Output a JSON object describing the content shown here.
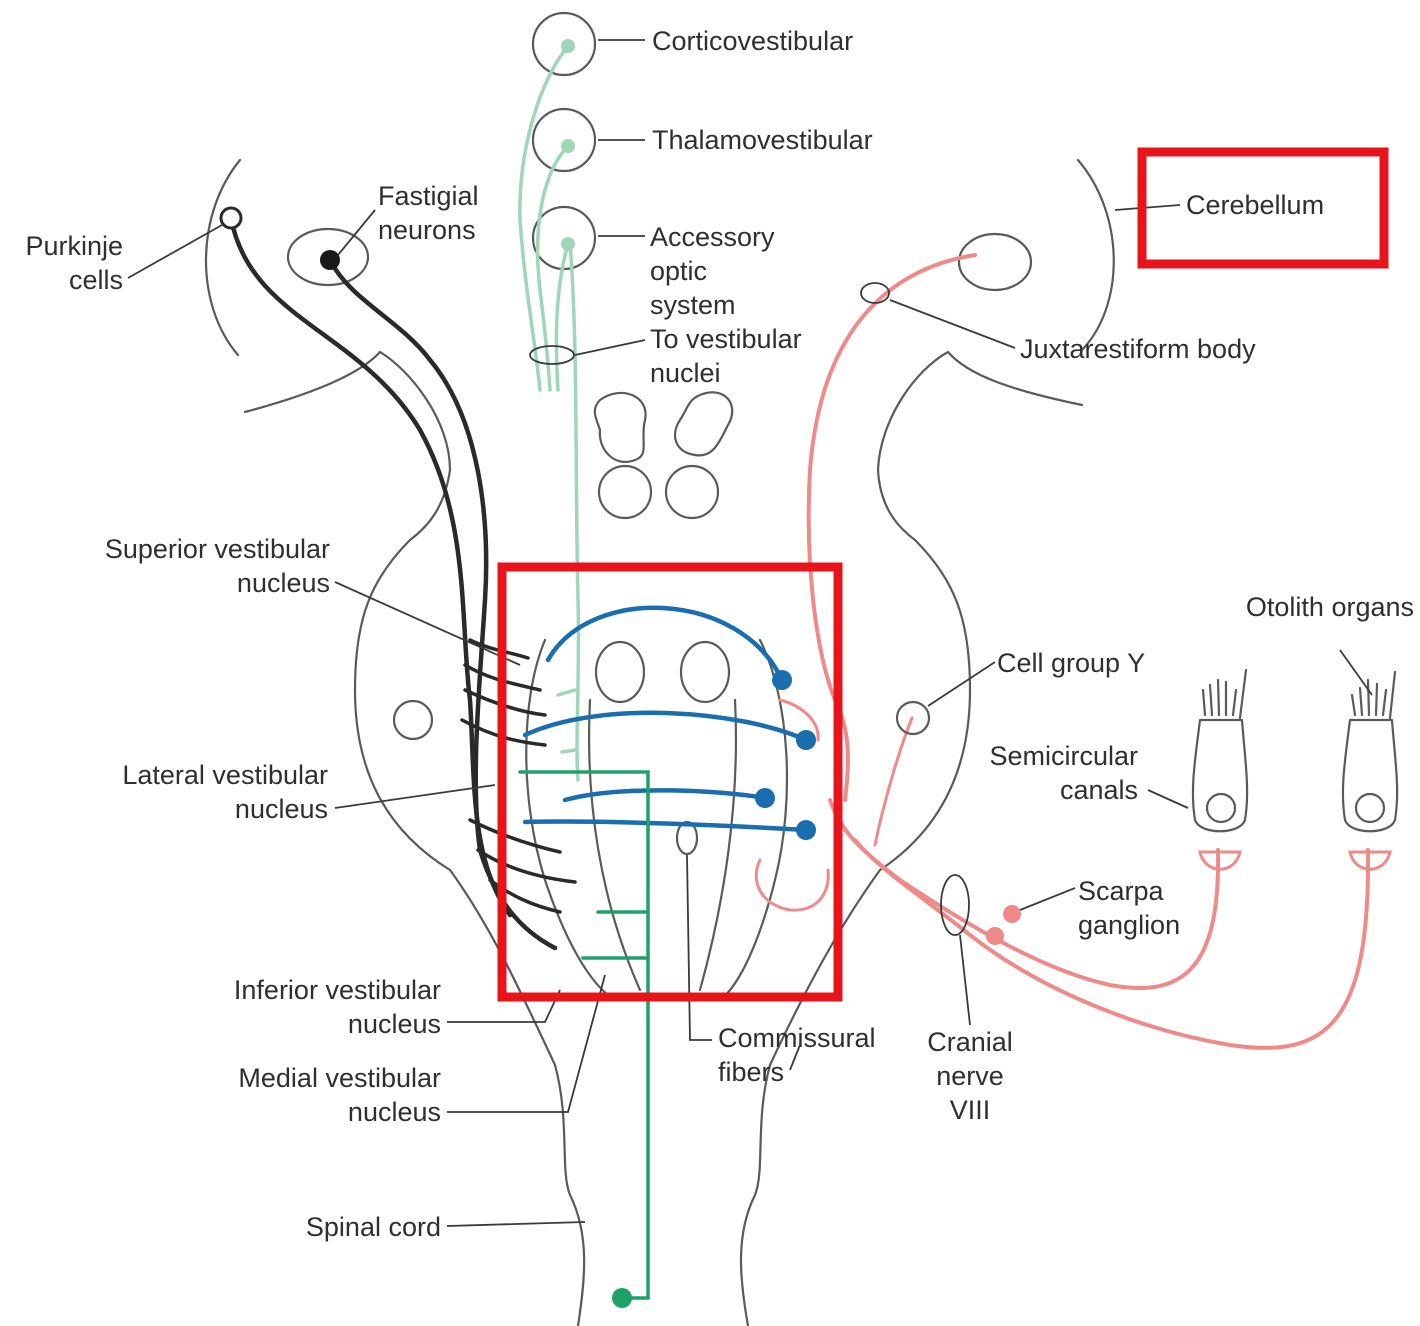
{
  "labels": {
    "corticovestibular": "Corticovestibular",
    "thalamovestibular": "Thalamovestibular",
    "accessory_optic": [
      "Accessory",
      "optic",
      "system"
    ],
    "to_vestibular_nuclei": [
      "To vestibular",
      "nuclei"
    ],
    "fastigial_neurons": [
      "Fastigial",
      "neurons"
    ],
    "purkinje_cells": [
      "Purkinje",
      "cells"
    ],
    "cerebellum": "Cerebellum",
    "juxtarestiform_body": "Juxtarestiform body",
    "superior_vestibular_nucleus": [
      "Superior vestibular",
      "nucleus"
    ],
    "otolith_organs": "Otolith organs",
    "cell_group_y": "Cell group Y",
    "semicircular_canals": [
      "Semicircular",
      "canals"
    ],
    "lateral_vestibular_nucleus": [
      "Lateral vestibular",
      "nucleus"
    ],
    "scarpa_ganglion": [
      "Scarpa",
      "ganglion"
    ],
    "inferior_vestibular_nucleus": [
      "Inferior vestibular",
      "nucleus"
    ],
    "commissural_fibers": [
      "Commissural",
      "fibers"
    ],
    "cranial_nerve_viii": [
      "Cranial",
      "nerve",
      "VIII"
    ],
    "medial_vestibular_nucleus": [
      "Medial vestibular",
      "nucleus"
    ],
    "spinal_cord": "Spinal cord"
  },
  "colors": {
    "cerebellar_output": "#2a2a2a",
    "ascending_inputs": "#9ed6b6",
    "vestibulospinal": "#1ea268",
    "commissural": "#1a6eb0",
    "vestibular_nerve": "#ef8a8a",
    "highlight_boxes": "#e8141b"
  }
}
